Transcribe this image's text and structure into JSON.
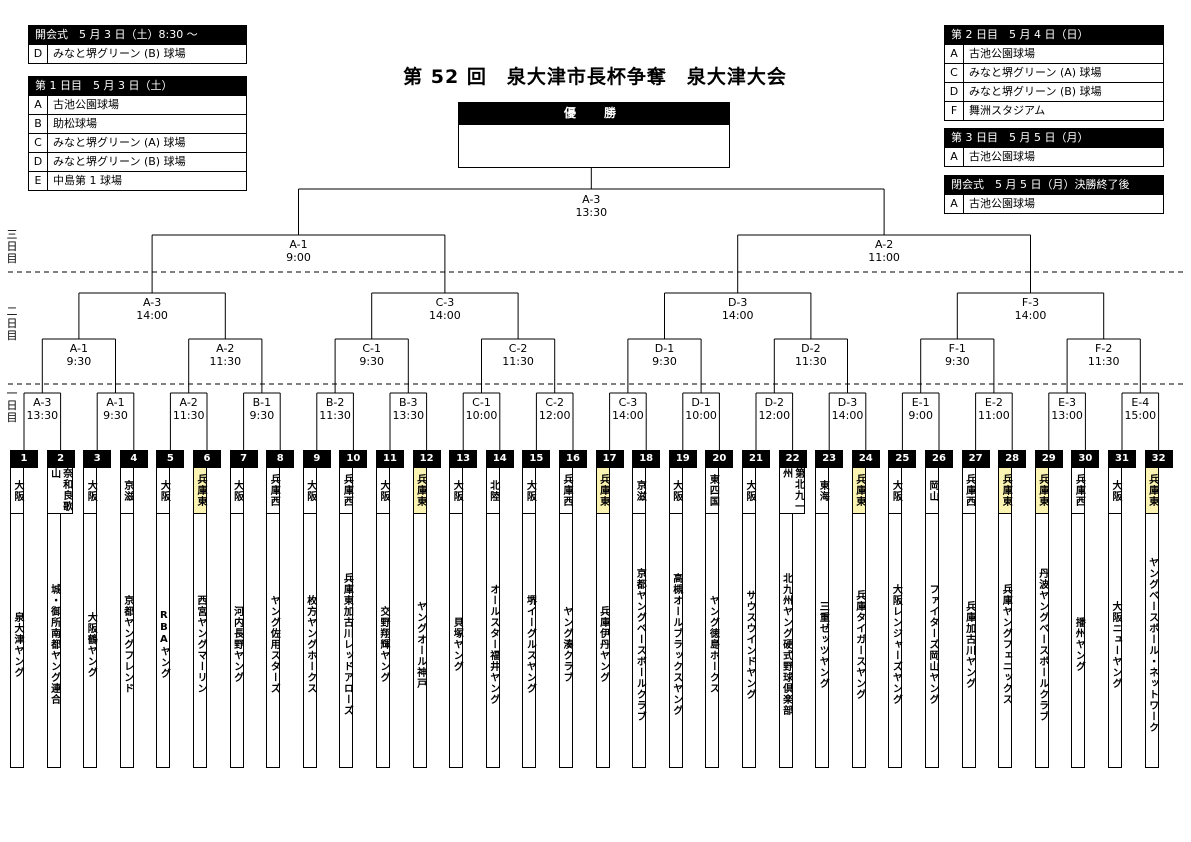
{
  "title": "第 52 回　泉大津市長杯争奪　泉大津大会",
  "champion_label": "優　勝",
  "schedule_left": [
    {
      "header": "開会式　5 月 3 日（土）8:30 ～",
      "venues": [
        {
          "code": "D",
          "name": "みなと堺グリーン (B) 球場"
        }
      ]
    },
    {
      "header": "第 1 日目　5 月 3 日（土）",
      "venues": [
        {
          "code": "A",
          "name": "古池公園球場"
        },
        {
          "code": "B",
          "name": "助松球場"
        },
        {
          "code": "C",
          "name": "みなと堺グリーン (A) 球場"
        },
        {
          "code": "D",
          "name": "みなと堺グリーン (B) 球場"
        },
        {
          "code": "E",
          "name": "中島第 1 球場"
        }
      ]
    }
  ],
  "schedule_right": [
    {
      "header": "第 2 日目　5 月 4 日（日）",
      "venues": [
        {
          "code": "A",
          "name": "古池公園球場"
        },
        {
          "code": "C",
          "name": "みなと堺グリーン (A) 球場"
        },
        {
          "code": "D",
          "name": "みなと堺グリーン (B) 球場"
        },
        {
          "code": "F",
          "name": "舞洲スタジアム"
        }
      ]
    },
    {
      "header": "第 3 日目　5 月 5 日（月）",
      "venues": [
        {
          "code": "A",
          "name": "古池公園球場"
        }
      ]
    },
    {
      "header": "閉会式　5 月 5 日（月）決勝終了後",
      "venues": [
        {
          "code": "A",
          "name": "古池公園球場"
        }
      ]
    }
  ],
  "day_labels": [
    "三日目",
    "二日目",
    "一日目"
  ],
  "rounds": {
    "round1": [
      {
        "code": "A-3",
        "time": "13:30"
      },
      {
        "code": "A-1",
        "time": "9:30"
      },
      {
        "code": "A-2",
        "time": "11:30"
      },
      {
        "code": "B-1",
        "time": "9:30"
      },
      {
        "code": "B-2",
        "time": "11:30"
      },
      {
        "code": "B-3",
        "time": "13:30"
      },
      {
        "code": "C-1",
        "time": "10:00"
      },
      {
        "code": "C-2",
        "time": "12:00"
      },
      {
        "code": "C-3",
        "time": "14:00"
      },
      {
        "code": "D-1",
        "time": "10:00"
      },
      {
        "code": "D-2",
        "time": "12:00"
      },
      {
        "code": "D-3",
        "time": "14:00"
      },
      {
        "code": "E-1",
        "time": "9:00"
      },
      {
        "code": "E-2",
        "time": "11:00"
      },
      {
        "code": "E-3",
        "time": "13:00"
      },
      {
        "code": "E-4",
        "time": "15:00"
      }
    ],
    "round2": [
      {
        "code": "A-1",
        "time": "9:30"
      },
      {
        "code": "A-2",
        "time": "11:30"
      },
      {
        "code": "C-1",
        "time": "9:30"
      },
      {
        "code": "C-2",
        "time": "11:30"
      },
      {
        "code": "D-1",
        "time": "9:30"
      },
      {
        "code": "D-2",
        "time": "11:30"
      },
      {
        "code": "F-1",
        "time": "9:30"
      },
      {
        "code": "F-2",
        "time": "11:30"
      }
    ],
    "round3": [
      {
        "code": "A-3",
        "time": "14:00"
      },
      {
        "code": "C-3",
        "time": "14:00"
      },
      {
        "code": "D-3",
        "time": "14:00"
      },
      {
        "code": "F-3",
        "time": "14:00"
      }
    ],
    "round4": [
      {
        "code": "A-1",
        "time": "9:00"
      },
      {
        "code": "A-2",
        "time": "11:00"
      }
    ],
    "final": {
      "code": "A-3",
      "time": "13:30"
    }
  },
  "teams": [
    {
      "num": "1",
      "pref": "大阪",
      "name": "泉大津ヤング",
      "hl": false
    },
    {
      "num": "2",
      "pref": "奈和良歌山",
      "name": "城・御所南都ヤング連合",
      "hl": false
    },
    {
      "num": "3",
      "pref": "大阪",
      "name": "大阪鶴ヤング",
      "hl": false
    },
    {
      "num": "4",
      "pref": "京滋",
      "name": "京都ヤングフレンド",
      "hl": false
    },
    {
      "num": "5",
      "pref": "大阪",
      "name": "RBAヤング",
      "hl": false
    },
    {
      "num": "6",
      "pref": "兵庫東",
      "name": "西宮ヤングマーリン",
      "hl": true
    },
    {
      "num": "7",
      "pref": "大阪",
      "name": "河内長野ヤング",
      "hl": false
    },
    {
      "num": "8",
      "pref": "兵庫西",
      "name": "ヤング佐用スターズ",
      "hl": false
    },
    {
      "num": "9",
      "pref": "大阪",
      "name": "枚方ヤングホークス",
      "hl": false
    },
    {
      "num": "10",
      "pref": "兵庫西",
      "name": "兵庫東加古川レッドアローズ",
      "hl": false
    },
    {
      "num": "11",
      "pref": "大阪",
      "name": "交野翔輝ヤング",
      "hl": false
    },
    {
      "num": "12",
      "pref": "兵庫東",
      "name": "ヤングオール神戸",
      "hl": true
    },
    {
      "num": "13",
      "pref": "大阪",
      "name": "貝塚ヤング",
      "hl": false
    },
    {
      "num": "14",
      "pref": "北陸",
      "name": "オールスター福井ヤング",
      "hl": false
    },
    {
      "num": "15",
      "pref": "大阪",
      "name": "堺イーグルスヤング",
      "hl": false
    },
    {
      "num": "16",
      "pref": "兵庫西",
      "name": "ヤング湊クラブ",
      "hl": false
    },
    {
      "num": "17",
      "pref": "兵庫東",
      "name": "兵庫伊丹ヤング",
      "hl": true
    },
    {
      "num": "18",
      "pref": "京滋",
      "name": "京都ヤングベースボールクラブ",
      "hl": false
    },
    {
      "num": "19",
      "pref": "大阪",
      "name": "高槻オールブラックスヤング",
      "hl": false
    },
    {
      "num": "20",
      "pref": "東四国",
      "name": "ヤング徳島ホークス",
      "hl": false
    },
    {
      "num": "21",
      "pref": "大阪",
      "name": "サウスウインドヤング",
      "hl": false
    },
    {
      "num": "22",
      "pref": "第北九一州",
      "name": "北九州ヤング硬式野球倶楽部",
      "hl": false
    },
    {
      "num": "23",
      "pref": "東海",
      "name": "三重ゼッツヤング",
      "hl": false
    },
    {
      "num": "24",
      "pref": "兵庫東",
      "name": "兵庫タイガースヤング",
      "hl": true
    },
    {
      "num": "25",
      "pref": "大阪",
      "name": "大阪レンジャーズヤング",
      "hl": false
    },
    {
      "num": "26",
      "pref": "岡山",
      "name": "ファイターズ岡山ヤング",
      "hl": false
    },
    {
      "num": "27",
      "pref": "兵庫西",
      "name": "兵庫加古川ヤング",
      "hl": false
    },
    {
      "num": "28",
      "pref": "兵庫東",
      "name": "兵庫ヤングフェニックス",
      "hl": true
    },
    {
      "num": "29",
      "pref": "兵庫東",
      "name": "丹波ヤングベースボールクラブ",
      "hl": true
    },
    {
      "num": "30",
      "pref": "兵庫西",
      "name": "播州ヤング",
      "hl": false
    },
    {
      "num": "31",
      "pref": "大阪",
      "name": "大阪ニューヤング",
      "hl": false
    },
    {
      "num": "32",
      "pref": "兵庫東",
      "name": "ヤングベースボール・ネットワーク",
      "hl": true
    }
  ]
}
